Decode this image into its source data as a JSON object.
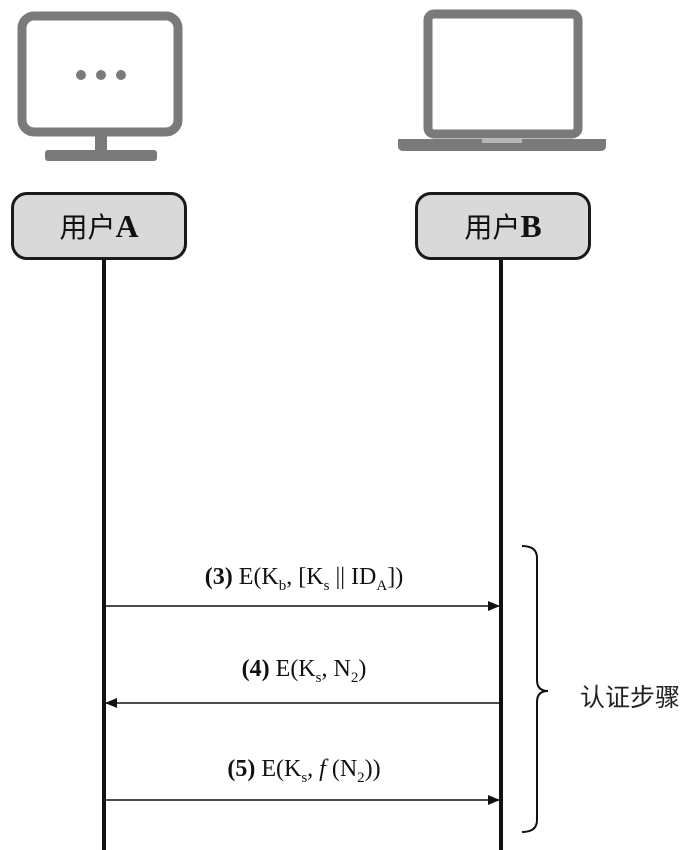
{
  "actors": {
    "a": {
      "name": "用户",
      "letter": "A",
      "device": "desktop-monitor-icon"
    },
    "b": {
      "name": "用户",
      "letter": "B",
      "device": "laptop-icon"
    }
  },
  "messages": [
    {
      "step": "(3)",
      "parts": [
        "E(K",
        "b",
        ", [K",
        "s",
        " || ID",
        "A",
        "])"
      ],
      "direction": "A-to-B"
    },
    {
      "step": "(4)",
      "parts": [
        "E(K",
        "s",
        ", N",
        "2",
        ")"
      ],
      "direction": "B-to-A"
    },
    {
      "step": "(5)",
      "parts": [
        "E(K",
        "s",
        ", ",
        "f",
        " (N",
        "2",
        "))"
      ],
      "direction": "A-to-B"
    }
  ],
  "bracket_label": "认证步骤",
  "colors": {
    "icon": "#7a7a7a",
    "box_fill": "#d9d9d9",
    "line": "#111111"
  }
}
